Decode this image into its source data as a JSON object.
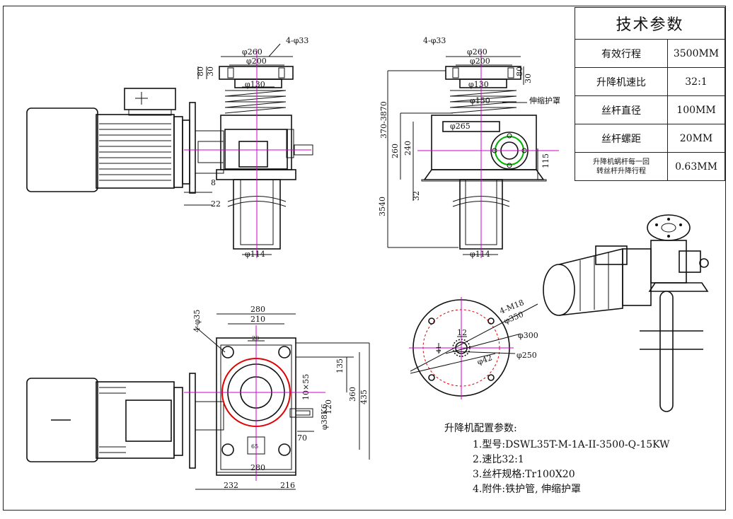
{
  "tech_table": {
    "title": "技术参数",
    "rows": [
      {
        "label": "有效行程",
        "value": "3500MM"
      },
      {
        "label": "升降机速比",
        "value": "32:1"
      },
      {
        "label": "丝杆直径",
        "value": "100MM"
      },
      {
        "label": "丝杆螺距",
        "value": "20MM"
      },
      {
        "label_line1": "升降机蜗杆每一回",
        "label_line2": "转丝杆升降行程",
        "value": "0.63MM"
      }
    ]
  },
  "notes": {
    "heading": "升降机配置参数:",
    "items": [
      "1.型号:DSWL35T-M-1A-II-3500-Q-15KW",
      "2.速比32:1",
      "3.丝杆规格:Tr100X20",
      "4.附件:铁护管, 伸缩护罩"
    ]
  },
  "front_view": {
    "d_4_33": "4-φ33",
    "d_260": "φ260",
    "d_200": "φ200",
    "d_80": "80",
    "d_30": "30",
    "d_130": "φ130",
    "d_8": "8",
    "d_22": "22",
    "d_114": "φ114"
  },
  "side_view": {
    "d_4_33": "4-φ33",
    "d_260": "φ260",
    "d_200": "φ200",
    "d_80": "80",
    "d_30": "30",
    "d_130": "φ130",
    "d_150": "φ150",
    "cover_label": "伸缩护罩",
    "d_265": "φ265",
    "d_stroke": "370-3870",
    "d_260v": "260",
    "d_240": "240",
    "d_115": "115",
    "d_32": "32",
    "d_3540": "3540",
    "d_114": "φ114"
  },
  "top_view": {
    "d_4_35": "4-φ35",
    "d_280": "280",
    "d_210": "210",
    "d_20": "20",
    "d_135": "135",
    "d_10_55": "10×55",
    "d_38k6": "φ38K6",
    "d_70": "70",
    "d_65": "65",
    "d_280b": "280",
    "d_232": "232",
    "d_216": "216",
    "d_360": "360",
    "d_435": "435",
    "d_120": "120"
  },
  "flange_view": {
    "d_4_m18": "4-M18",
    "d_350": "φ350",
    "d_300": "φ300",
    "d_250": "φ250",
    "d_12": "12",
    "d_42": "φ42",
    "d_41": "41"
  },
  "colors": {
    "line": "#111111",
    "centerline": "#d000d0",
    "red": "#e00000",
    "green": "#00b000"
  }
}
